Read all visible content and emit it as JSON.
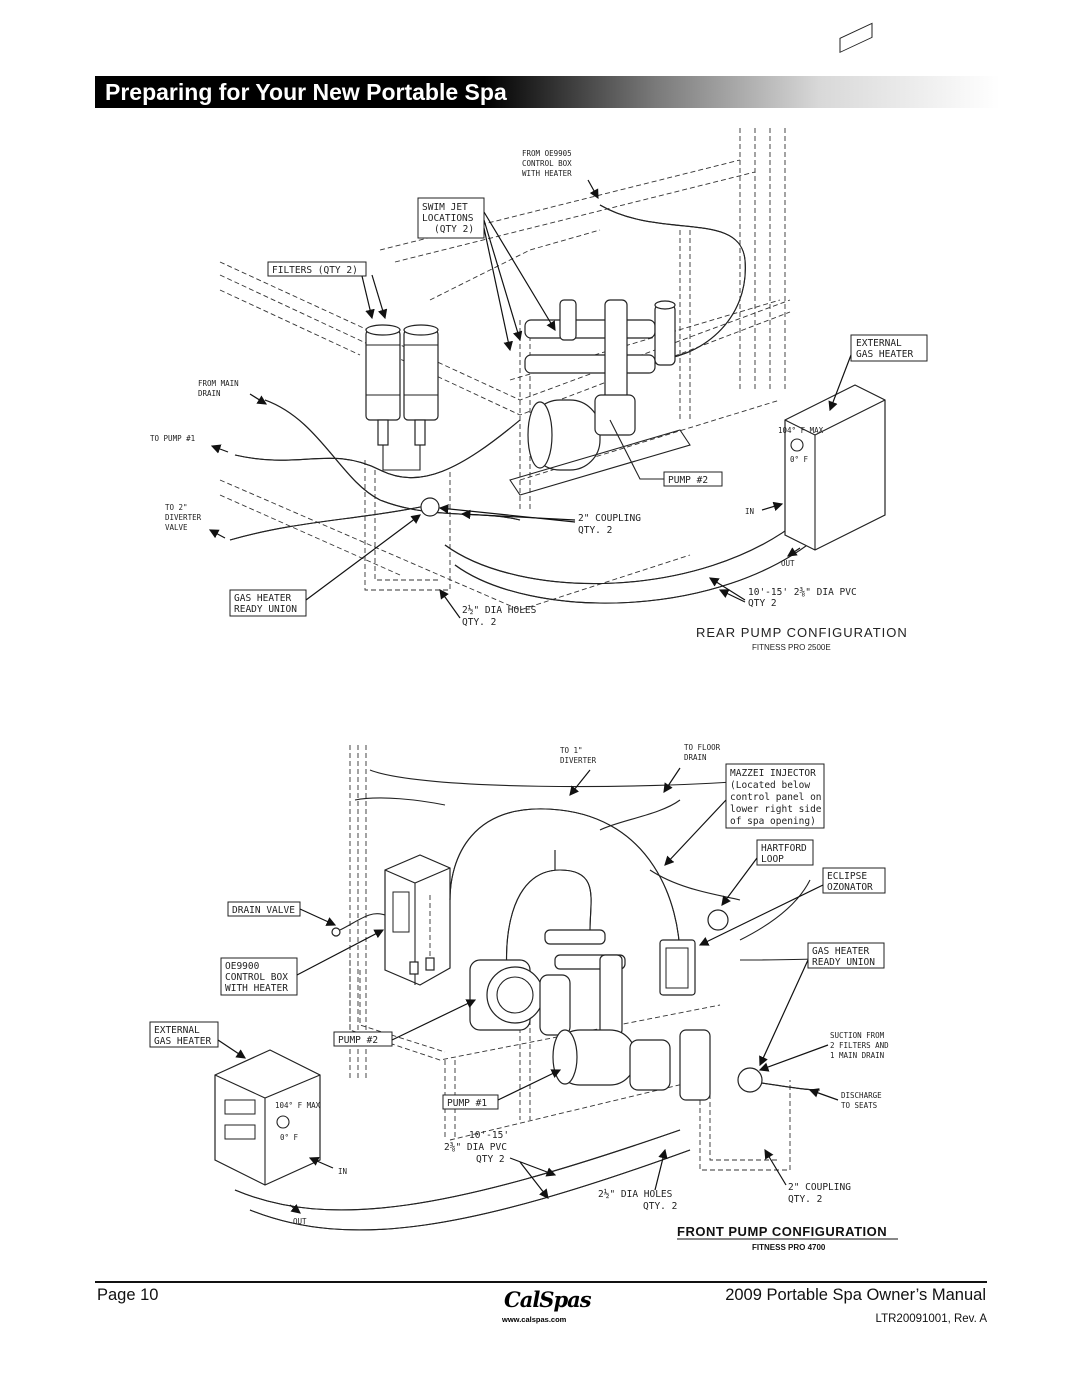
{
  "header": {
    "title": "Preparing for Your New Portable Spa"
  },
  "rear_diagram": {
    "caption": "REAR PUMP CONFIGURATION",
    "model": "FITNESS PRO 2500E",
    "labels": {
      "from_control_box": [
        "FROM OE9905",
        "CONTROL BOX",
        "WITH HEATER"
      ],
      "swim_jet": [
        "SWIM JET",
        "LOCATIONS",
        "(QTY 2)"
      ],
      "filters": "FILTERS (QTY 2)",
      "external_gas_heater": [
        "EXTERNAL",
        "GAS HEATER"
      ],
      "from_main_drain": [
        "FROM MAIN",
        "DRAIN"
      ],
      "to_pump_1": "TO PUMP #1",
      "to_diverter": [
        "TO 2\"",
        "DIVERTER",
        "VALVE"
      ],
      "pump_2": "PUMP #2",
      "coupling": [
        "2\" COUPLING",
        "QTY. 2"
      ],
      "in": "IN",
      "out": "OUT",
      "pvc": [
        "10'-15' 2⅜\" DIA PVC",
        "QTY 2"
      ],
      "gas_heater_union": [
        "GAS HEATER",
        "READY UNION"
      ],
      "holes": [
        "2½\" DIA HOLES",
        "QTY. 2"
      ],
      "heater_dial": [
        "104° F MAX",
        "0° F"
      ]
    }
  },
  "front_diagram": {
    "caption": "FRONT PUMP CONFIGURATION",
    "model": "FITNESS PRO 4700",
    "labels": {
      "to_diverter": [
        "TO 1\"",
        "DIVERTER"
      ],
      "to_floor_drain": [
        "TO FLOOR",
        "DRAIN"
      ],
      "mazzei": [
        "MAZZEI INJECTOR",
        "(Located below",
        "control panel on",
        "lower right side",
        "of spa opening)"
      ],
      "hartford": [
        "HARTFORD",
        "LOOP"
      ],
      "eclipse": [
        "ECLIPSE",
        "OZONATOR"
      ],
      "drain_valve": "DRAIN VALVE",
      "control_box": [
        "OE9900",
        "CONTROL BOX",
        "WITH HEATER"
      ],
      "gas_heater_union": [
        "GAS HEATER",
        "READY UNION"
      ],
      "external_gas_heater": [
        "EXTERNAL",
        "GAS HEATER"
      ],
      "pump_2": "PUMP #2",
      "suction": [
        "SUCTION FROM",
        "2 FILTERS AND",
        "1 MAIN DRAIN"
      ],
      "pump_1": "PUMP #1",
      "discharge": [
        "DISCHARGE",
        "TO SEATS"
      ],
      "pvc": [
        "10'-15'",
        "2⅜\" DIA PVC",
        "QTY 2"
      ],
      "holes": [
        "2½\" DIA HOLES",
        "QTY. 2"
      ],
      "coupling": [
        "2\" COUPLING",
        "QTY. 2"
      ],
      "in": "IN",
      "out": "OUT",
      "heater_dial": [
        "104° F MAX",
        "0° F"
      ]
    }
  },
  "footer": {
    "page": "Page 10",
    "manual": "2009 Portable Spa Owner’s Manual",
    "code": "LTR20091001, Rev. A",
    "logo_text": "CalSpas",
    "logo_url": "www.calspas.com"
  }
}
